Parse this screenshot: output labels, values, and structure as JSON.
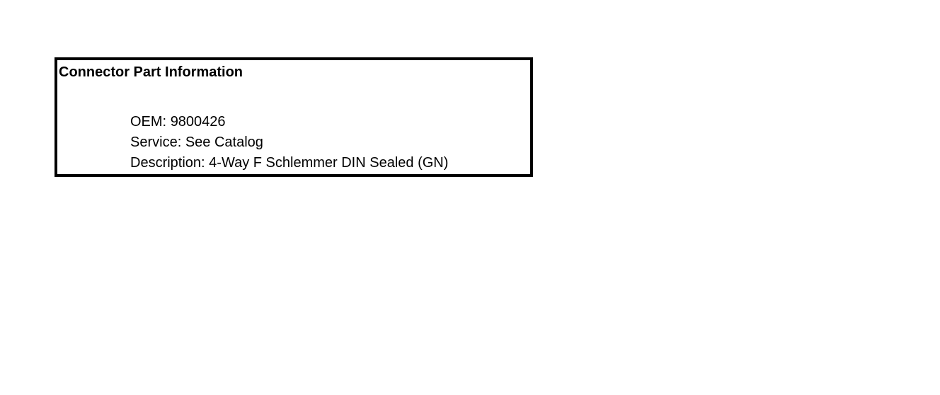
{
  "page": {
    "background_color": "#ffffff",
    "text_color": "#000000"
  },
  "panel": {
    "title": "Connector Part Information",
    "border_color": "#000000",
    "fields": [
      {
        "label": "OEM:",
        "value": "9800426"
      },
      {
        "label": "Service:",
        "value": "See Catalog"
      },
      {
        "label": "Description:",
        "value": "4-Way F Schlemmer DIN Sealed (GN)"
      }
    ]
  }
}
